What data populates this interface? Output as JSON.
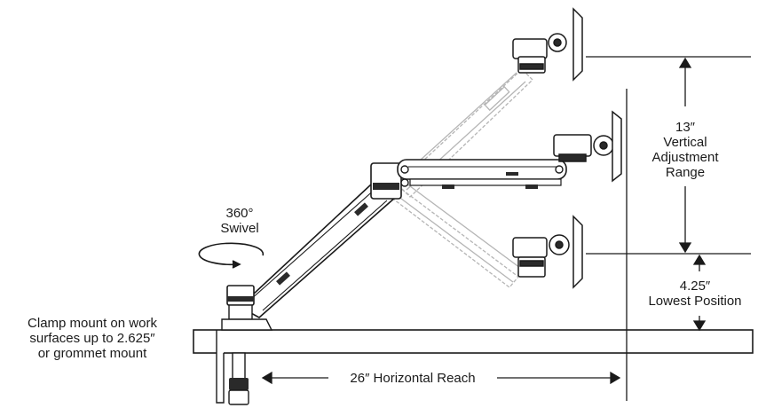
{
  "labels": {
    "swivel": [
      "360°",
      "Swivel"
    ],
    "vertical_range": [
      "13″",
      "Vertical",
      "Adjustment",
      "Range"
    ],
    "lowest_position": [
      "4.25″",
      "Lowest Position"
    ],
    "clamp": [
      "Clamp mount on work",
      "surfaces up to 2.625″",
      "or grommet  mount"
    ],
    "horizontal_reach": "26″ Horizontal Reach"
  },
  "colors": {
    "line": "#1a1a1a",
    "ghost": "#b5b5b5",
    "fill_dark": "#2a2a2a",
    "fill_light": "#ffffff"
  }
}
